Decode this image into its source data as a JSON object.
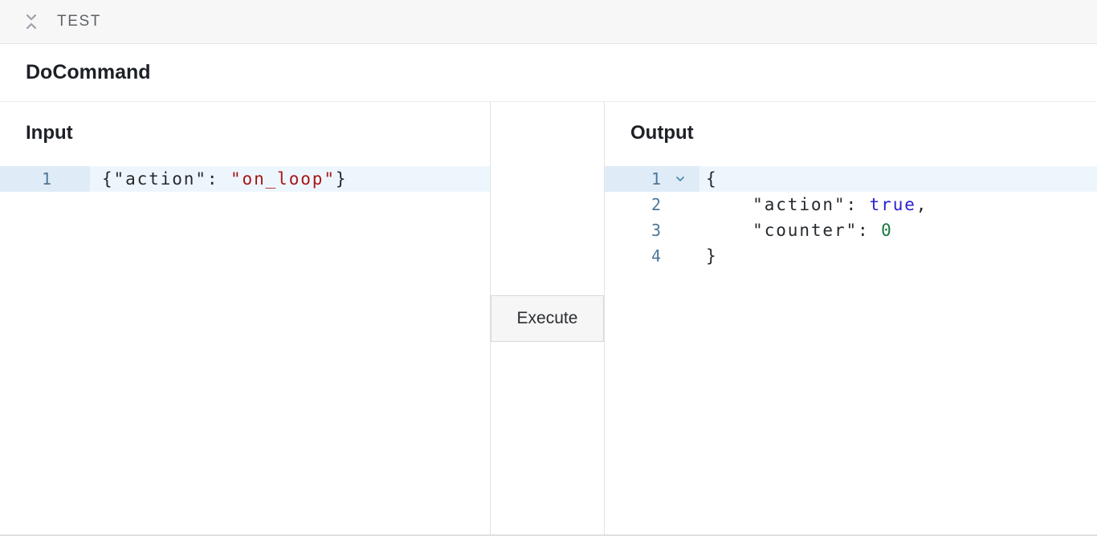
{
  "topbar": {
    "title": "TEST",
    "collapse_icon": "collapse-vertical-icon"
  },
  "header": {
    "title": "DoCommand"
  },
  "input_panel": {
    "title": "Input",
    "editor": {
      "lines": [
        {
          "number": "1",
          "active": true,
          "foldable": false,
          "segments": [
            {
              "type": "plain",
              "text": "{\"action\": "
            },
            {
              "type": "string",
              "text": "\"on_loop\""
            },
            {
              "type": "plain",
              "text": "}"
            }
          ]
        }
      ]
    }
  },
  "controls": {
    "execute_label": "Execute"
  },
  "output_panel": {
    "title": "Output",
    "editor": {
      "lines": [
        {
          "number": "1",
          "active": true,
          "foldable": true,
          "segments": [
            {
              "type": "plain",
              "text": "{"
            }
          ]
        },
        {
          "number": "2",
          "active": false,
          "foldable": false,
          "segments": [
            {
              "type": "plain",
              "text": "    \"action\": "
            },
            {
              "type": "atom",
              "text": "true"
            },
            {
              "type": "plain",
              "text": ","
            }
          ]
        },
        {
          "number": "3",
          "active": false,
          "foldable": false,
          "segments": [
            {
              "type": "plain",
              "text": "    \"counter\": "
            },
            {
              "type": "number",
              "text": "0"
            }
          ]
        },
        {
          "number": "4",
          "active": false,
          "foldable": false,
          "segments": [
            {
              "type": "plain",
              "text": "}"
            }
          ]
        }
      ]
    }
  },
  "colors": {
    "topbar_bg": "#f7f7f8",
    "topbar_border": "#e2e2e4",
    "topbar_text": "#5f6368",
    "divider": "#e3e3e6",
    "accent_line_bg": "#eef6fd",
    "accent_gutter_bg": "#dfecf8",
    "line_number": "#4d7699",
    "fold_chevron": "#4f88ad",
    "token_plain": "#24292e",
    "token_string": "#a61717",
    "token_atom": "#2a22cc",
    "token_number": "#15793c"
  }
}
